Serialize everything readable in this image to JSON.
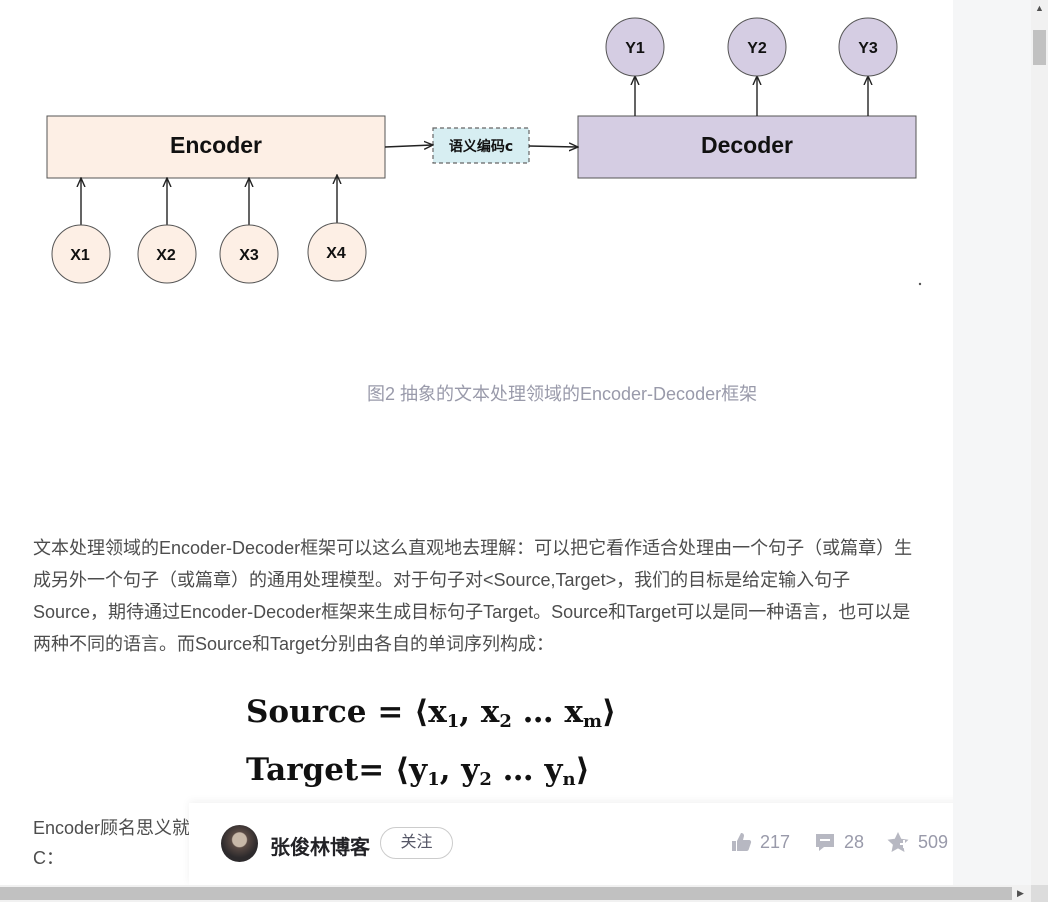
{
  "diagram": {
    "encoder_label": "Encoder",
    "decoder_label": "Decoder",
    "semantic_label": "语义编码c",
    "inputs": [
      "X1",
      "X2",
      "X3",
      "X4"
    ],
    "outputs": [
      "Y1",
      "Y2",
      "Y3"
    ],
    "colors": {
      "encoder_fill": "#fdefe5",
      "decoder_fill": "#d5cde3",
      "node_input_fill": "#fdefe5",
      "node_output_fill": "#d5cde3",
      "semantic_fill": "#d7eef2"
    }
  },
  "caption": "图2 抽象的文本处理领域的Encoder-Decoder框架",
  "paragraph": "文本处理领域的Encoder-Decoder框架可以这么直观地去理解：可以把它看作适合处理由一个句子（或篇章）生成另外一个句子（或篇章）的通用处理模型。对于句子对<Source,Target>，我们的目标是给定输入句子Source，期待通过Encoder-Decoder框架来生成目标句子Target。Source和Target可以是同一种语言，也可以是两种不同的语言。而Source和Target分别由各自的单词序列构成：",
  "formula": {
    "line1_prefix": "Source = ⟨x",
    "line1_s1": "1",
    "line1_mid1": ", x",
    "line1_s2": "2",
    "line1_mid2": " … x",
    "line1_s3": "m",
    "line1_suffix": "⟩",
    "line2_prefix": "Target= ⟨y",
    "line2_s1": "1",
    "line2_mid1": ", y",
    "line2_s2": "2",
    "line2_mid2": " … y",
    "line2_s3": "n",
    "line2_suffix": "⟩"
  },
  "partial_text": {
    "line1": "Encoder顾名思义就",
    "line2": "C："
  },
  "toolbar": {
    "author": "张俊林博客",
    "follow_label": "关注",
    "likes": "217",
    "comments": "28",
    "favorites": "509"
  },
  "icons": {
    "like": "thumbs-up-icon",
    "comment": "comment-icon",
    "favorite": "star-icon",
    "reward": "reward-icon"
  }
}
